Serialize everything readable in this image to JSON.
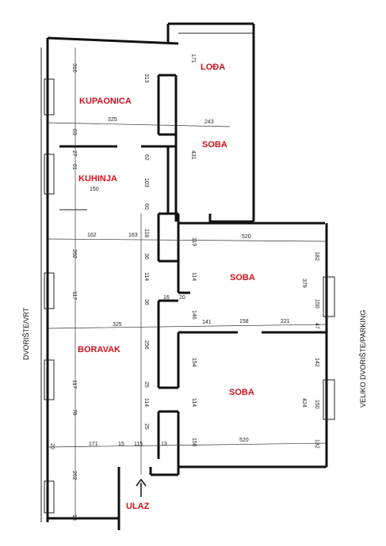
{
  "rooms": {
    "loda": "LOĐA",
    "kupaonica": "KUPAONICA",
    "soba_top": "SOBA",
    "kuhinja": "KUHINJA",
    "soba_mid": "SOBA",
    "boravak": "BORAVAK",
    "soba_bottom": "SOBA",
    "ulaz": "ULAZ"
  },
  "sides": {
    "left": "DVORIŠTE/VRT",
    "right": "VELIKO DVORIŠTE/PARKING"
  },
  "dimensions": {
    "d171a": "171",
    "d316": "316",
    "d313": "313",
    "d325a": "325",
    "d243": "243",
    "d431": "431",
    "d63": "63",
    "d27": "27",
    "d61": "61",
    "d62": "62",
    "d103": "103",
    "d150": "150",
    "d60": "60",
    "d118": "118",
    "d162": "162",
    "d163": "163",
    "d119": "119",
    "d520a": "520",
    "d202": "202",
    "d36a": "36",
    "d182": "182",
    "d117a": "117",
    "d114a": "114",
    "d114b": "114",
    "d379": "379",
    "d150b": "150",
    "d36b": "36",
    "d16": "16",
    "d20": "20",
    "d146": "146",
    "d141": "141",
    "d158": "158",
    "d221": "221",
    "d47": "47",
    "d325b": "325",
    "d256": "256",
    "d154a": "154",
    "d142": "142",
    "d117b": "117",
    "d25a": "25",
    "d114c": "114",
    "d114d": "114",
    "d150c": "150",
    "d424": "424",
    "d78": "78",
    "d25b": "25",
    "d20b": "20",
    "d171b": "171",
    "d15": "15",
    "d115": "115",
    "d13": "13",
    "d156": "156",
    "d520b": "520",
    "d132": "132",
    "d262": "262",
    "d10": "10"
  }
}
